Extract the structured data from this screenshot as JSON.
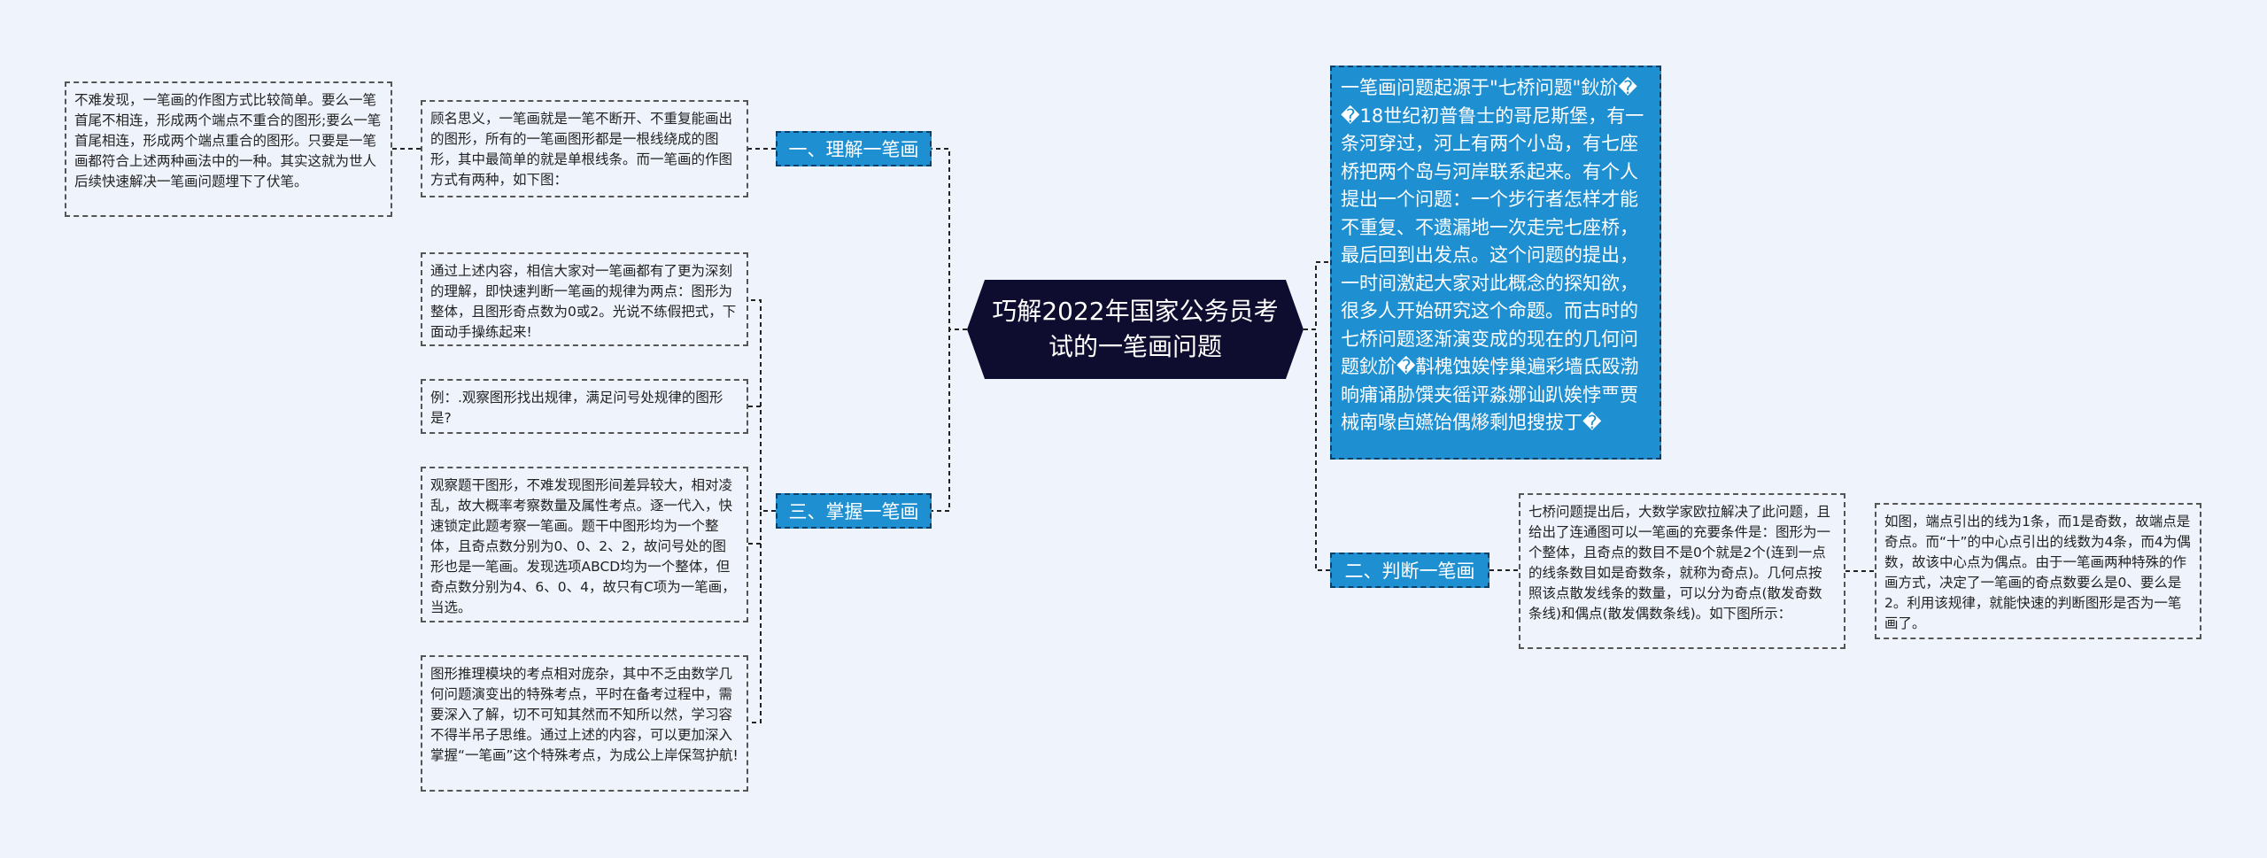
{
  "root": {
    "title": "巧解2022年国家公务员考试的一笔画问题"
  },
  "branches": {
    "b1": "一、理解一笔画",
    "b2": "二、判断一笔画",
    "b3": "三、掌握一笔画"
  },
  "leaves": {
    "l1a": "顾名思义，一笔画就是一笔不断开、不重复能画出的图形，所有的一笔画图形都是一根线绕成的图形，其中最简单的就是单根线条。而一笔画的作图方式有两种，如下图：",
    "l1b": "不难发现，一笔画的作图方式比较简单。要么一笔首尾不相连，形成两个端点不重合的图形;要么一笔首尾相连，形成两个端点重合的图形。只要是一笔画都符合上述两种画法中的一种。其实这就为世人后续快速解决一笔画问题埋下了伏笔。",
    "l2a": "七桥问题提出后，大数学家欧拉解决了此问题，且给出了连通图可以一笔画的充要条件是：图形为一个整体，且奇点的数目不是0个就是2个(连到一点的线条数目如是奇数条，就称为奇点)。几何点按照该点散发线条的数量，可以分为奇点(散发奇数条线)和偶点(散发偶数条线)。如下图所示：",
    "l2b": "如图，端点引出的线为1条，而1是奇数，故端点是奇点。而“十”的中心点引出的线数为4条，而4为偶数，故该中心点为偶点。由于一笔画两种特殊的作画方式，决定了一笔画的奇点数要么是0、要么是2。利用该规律，就能快速的判断图形是否为一笔画了。",
    "l3a": "通过上述内容，相信大家对一笔画都有了更为深刻的理解，即快速判断一笔画的规律为两点：图形为整体，且图形奇点数为0或2。光说不练假把式，下面动手操练起来!",
    "l3b": "例：.观察图形找出规律，满足问号处规律的图形是?",
    "l3c": "观察题干图形，不难发现图形间差异较大，相对凌乱，故大概率考察数量及属性考点。逐一代入，快速锁定此题考察一笔画。题干中图形均为一个整体，且奇点数分别为0、0、2、2，故问号处的图形也是一笔画。发现选项ABCD均为一个整体，但奇点数分别为4、6、0、4，故只有C项为一笔画，当选。",
    "l3d": "图形推理模块的考点相对庞杂，其中不乏由数学几何问题演变出的特殊考点，平时在备考过程中，需要深入了解，切不可知其然而不知所以然，学习容不得半吊子思维。通过上述的内容，可以更加深入掌握“一笔画”这个特殊考点，为成公上岸保驾护航!",
    "big": "一笔画问题起源于\"七桥问题\"鈥斺��18世纪初普鲁士的哥尼斯堡，有一条河穿过，河上有两个小岛，有七座桥把两个岛与河岸联系起来。有个人提出一个问题：一个步行者怎样才能不重复、不遗漏地一次走完七座桥，最后回到出发点。这个问题的提出，一时间激起大家对此概念的探知欲，很多人开始研究这个命题。而古时的七桥问题逐渐演变成的现在的几何问题鈥斺�斠槐蚀娭悖巢遍彩墙氐殴渤晌痡诵胁馔夹徭评淼娜讪趴娭悖覀贾械南喙卣嬿饴偶熪剩旭搜拔丁�"
  }
}
